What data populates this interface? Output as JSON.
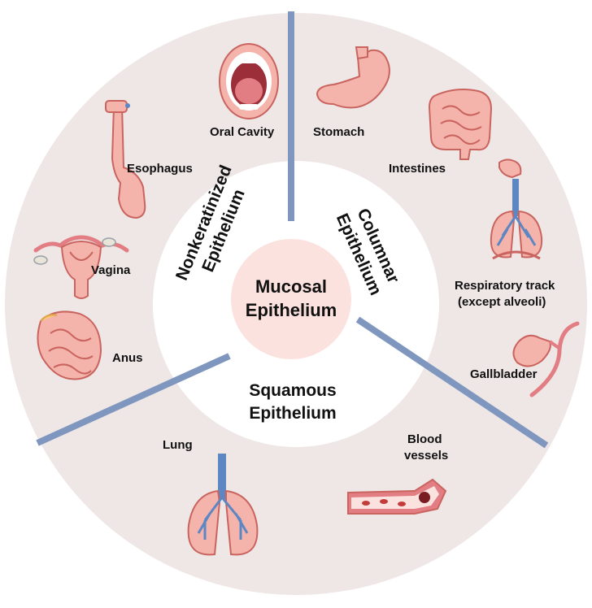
{
  "center": {
    "line1": "Mucosal",
    "line2": "Epithelium"
  },
  "sectors": {
    "nonkeratinized": {
      "line1": "Nonkeratinized",
      "line2": "Epithelium"
    },
    "columnar": {
      "line1": "Columnar",
      "line2": "Epithelium"
    },
    "squamous": {
      "line1": "Squamous",
      "line2": "Epithelium"
    }
  },
  "organs": {
    "oral_cavity": "Oral Cavity",
    "esophagus": "Esophagus",
    "vagina": "Vagina",
    "anus": "Anus",
    "stomach": "Stomach",
    "intestines": "Intestines",
    "respiratory_1": "Respiratory track",
    "respiratory_2": "(except alveoli)",
    "gallbladder": "Gallbladder",
    "lung": "Lung",
    "blood_1": "Blood",
    "blood_2": "vessels"
  },
  "colors": {
    "outer_ring": "#efe6e6",
    "inner_ring": "#ffffff",
    "center": "#fbe2df",
    "divider": "#7f97bf",
    "organ_pink": "#f2a9a4",
    "organ_dark": "#c9645f",
    "airway_blue": "#5d87c3"
  }
}
